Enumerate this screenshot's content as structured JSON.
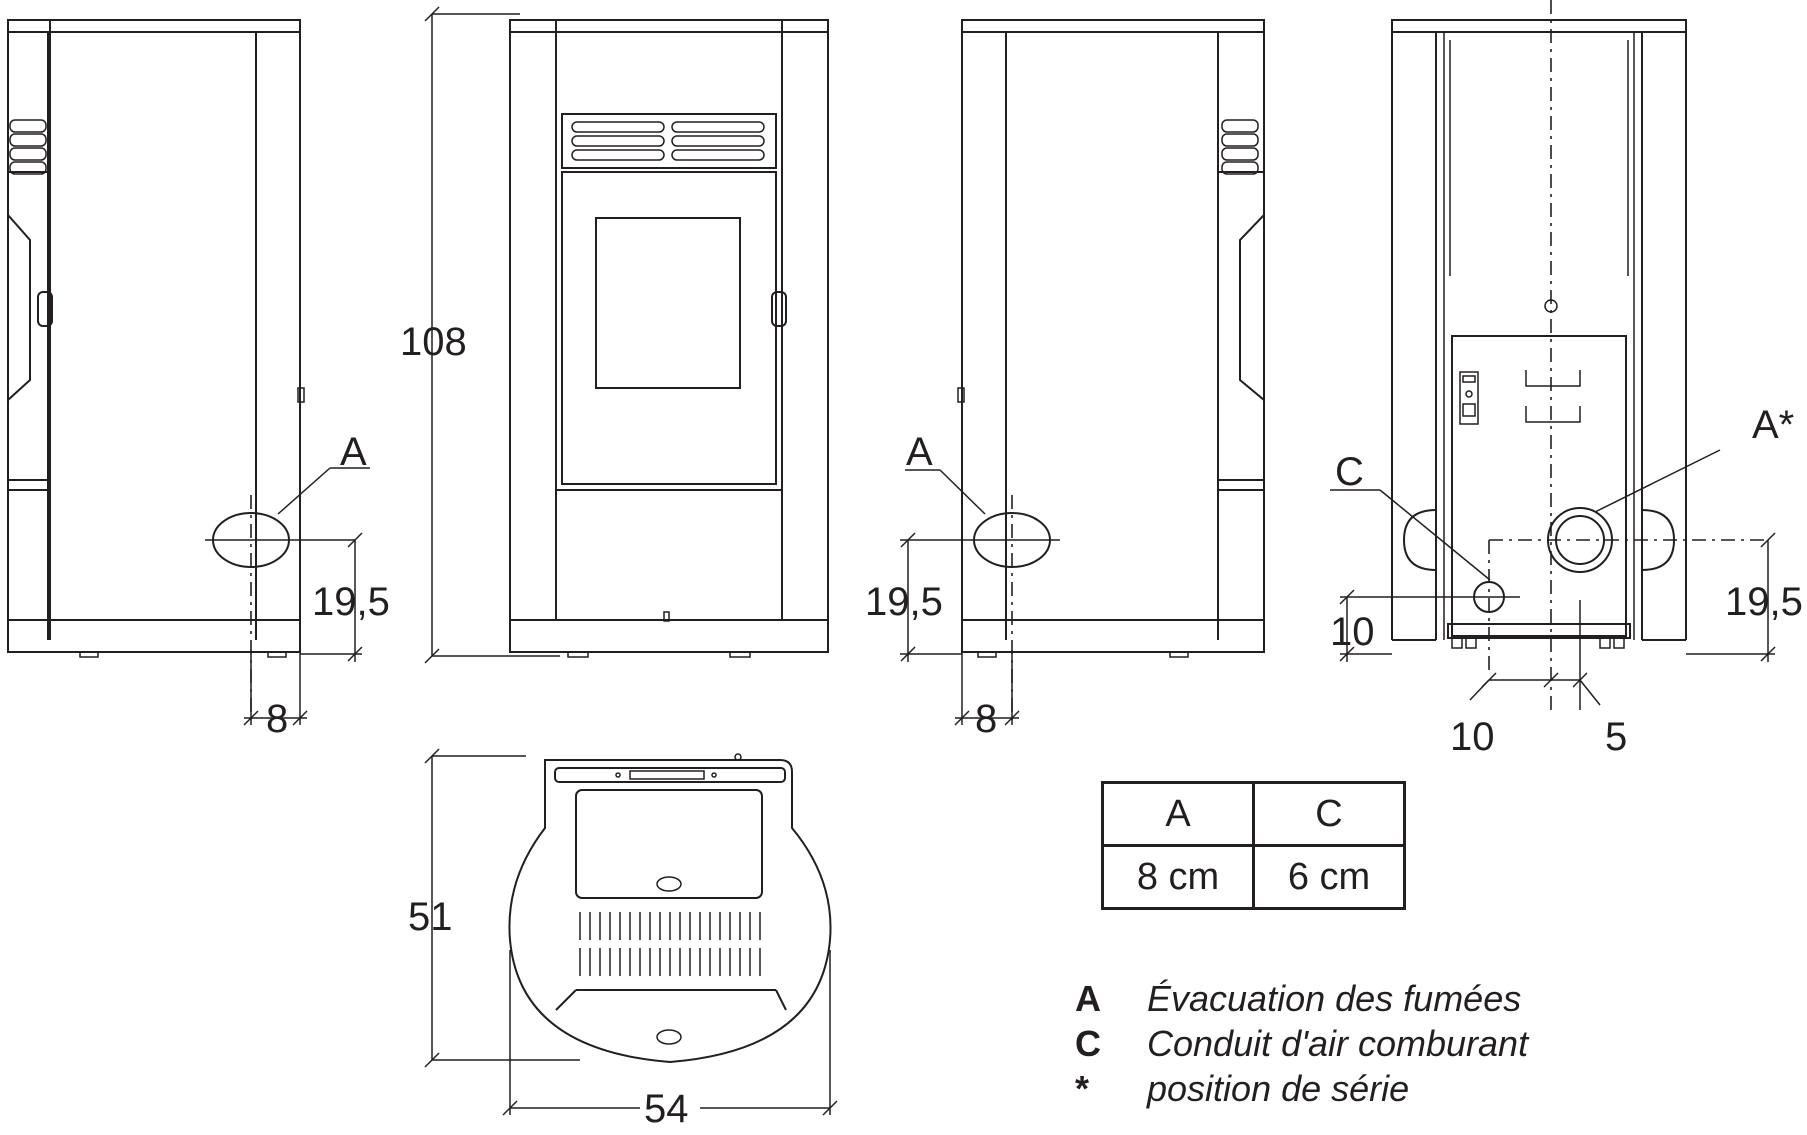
{
  "dimensions": {
    "height": "108",
    "flue_height_left": "19,5",
    "flue_offset_left": "8",
    "flue_height_side": "19,5",
    "flue_offset_side": "8",
    "rear_c_height": "10",
    "rear_a_height": "19,5",
    "rear_c_offset": "10",
    "rear_a_offset": "5",
    "top_depth": "51",
    "top_width": "54"
  },
  "labels": {
    "a_left": "A",
    "a_side": "A",
    "c_rear": "C",
    "a_rear": "A*"
  },
  "table": {
    "headers": [
      "A",
      "C"
    ],
    "values": [
      "8 cm",
      "6 cm"
    ]
  },
  "legend": [
    {
      "key": "A",
      "text": "Évacuation des fumées"
    },
    {
      "key": "C",
      "text": "Conduit d'air comburant"
    },
    {
      "key": "*",
      "text": "position de série"
    }
  ]
}
